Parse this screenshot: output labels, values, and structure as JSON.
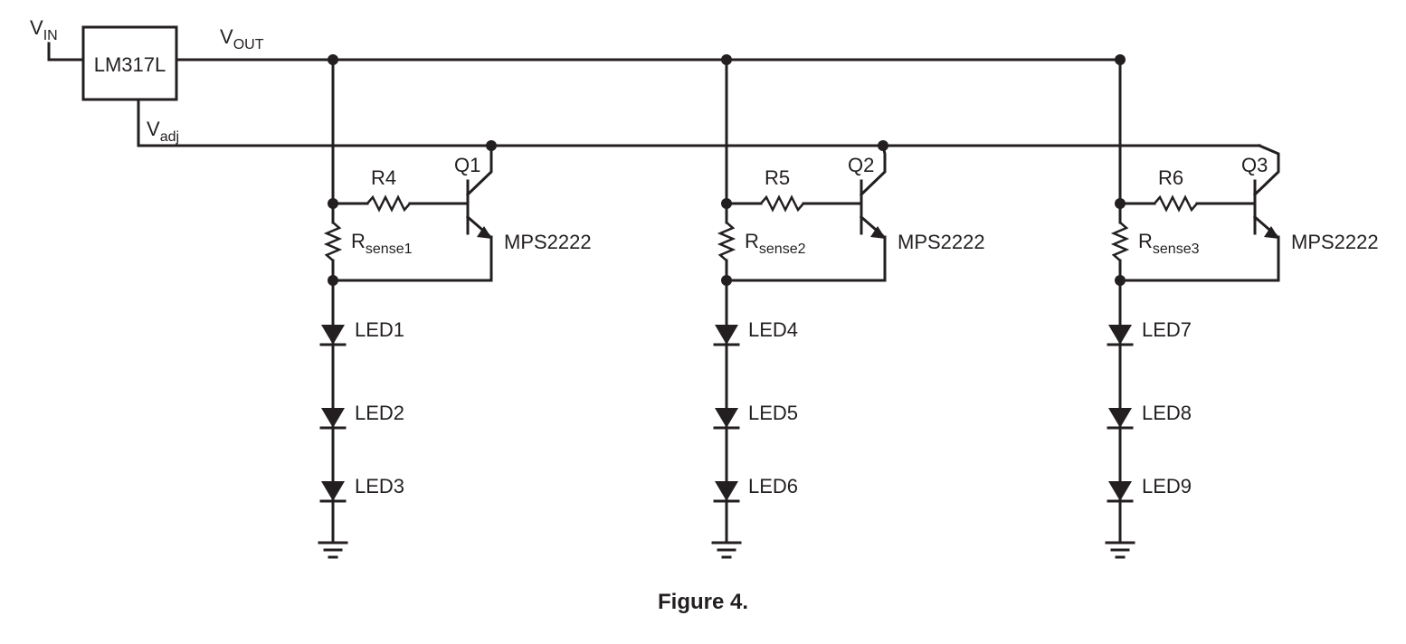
{
  "figure": {
    "caption": "Figure 4."
  },
  "regulator": {
    "name": "LM317L",
    "vin": {
      "main": "V",
      "sub": "IN"
    },
    "vout": {
      "main": "V",
      "sub": "OUT"
    },
    "vadj": {
      "main": "V",
      "sub": "adj"
    }
  },
  "branches": [
    {
      "resistor": "R4",
      "sense": {
        "main": "R",
        "sub": "sense1"
      },
      "transistor": "Q1",
      "part": "MPS2222",
      "leds": [
        "LED1",
        "LED2",
        "LED3"
      ]
    },
    {
      "resistor": "R5",
      "sense": {
        "main": "R",
        "sub": "sense2"
      },
      "transistor": "Q2",
      "part": "MPS2222",
      "leds": [
        "LED4",
        "LED5",
        "LED6"
      ]
    },
    {
      "resistor": "R6",
      "sense": {
        "main": "R",
        "sub": "sense3"
      },
      "transistor": "Q3",
      "part": "MPS2222",
      "leds": [
        "LED7",
        "LED8",
        "LED9"
      ]
    }
  ],
  "colors": {
    "ink": "#231f20",
    "background": "#ffffff"
  }
}
